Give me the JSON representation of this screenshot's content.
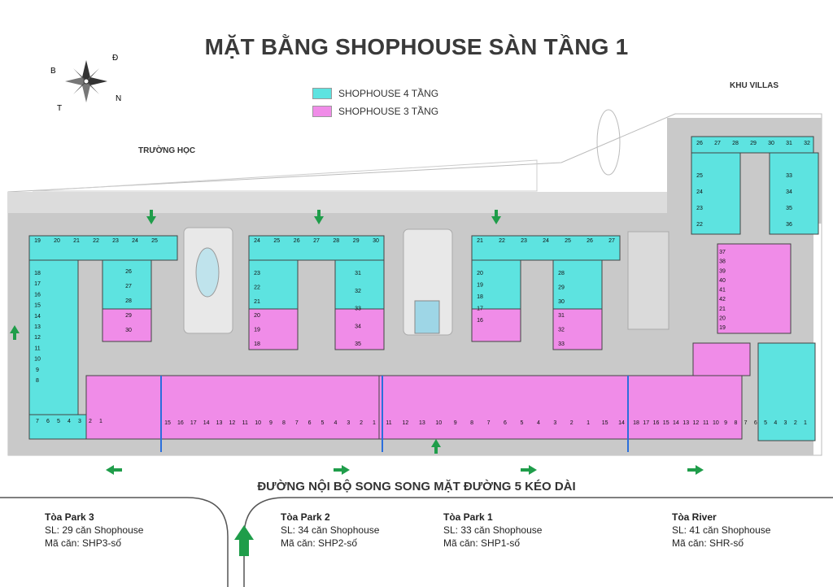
{
  "title": "MẶT BẰNG SHOPHOUSE SÀN TẦNG 1",
  "compass": {
    "letters": [
      "B",
      "Đ",
      "T",
      "N"
    ]
  },
  "legend": [
    {
      "label": "SHOPHOUSE 4 TẦNG",
      "color": "#5de3e0"
    },
    {
      "label": "SHOPHOUSE 3 TẦNG",
      "color": "#f08ce8"
    }
  ],
  "labels": {
    "school": "TRƯỜNG HỌC",
    "villas": "KHU VILLAS"
  },
  "road_label": "ĐƯỜNG NỘI BỘ SONG SONG MẶT ĐƯỜNG 5 KÉO DÀI",
  "buildings": [
    {
      "name": "Tòa Park 3",
      "count": "SL: 29 căn Shophouse",
      "code": "Mã căn: SHP3-số"
    },
    {
      "name": "Tòa Park 2",
      "count": "SL: 34 căn Shophouse",
      "code": "Mã căn: SHP2-số"
    },
    {
      "name": "Tòa Park 1",
      "count": "SL:  33 căn Shophouse",
      "code": "Mã căn: SHP1-số"
    },
    {
      "name": "Tòa River",
      "count": "SL: 41 căn Shophouse",
      "code": "Mã căn: SHR-số"
    }
  ],
  "unit_numbers": {
    "park3_top": [
      "19",
      "20",
      "21",
      "22",
      "23",
      "24",
      "25"
    ],
    "park3_left": [
      "18",
      "17",
      "16",
      "15",
      "14",
      "13",
      "12",
      "11",
      "10",
      "9",
      "8"
    ],
    "park3_bottom": [
      "7",
      "6",
      "5",
      "4",
      "3",
      "2",
      "1"
    ],
    "park3_right": [
      "26",
      "27",
      "28",
      "29",
      "30"
    ],
    "park2_top": [
      "24",
      "25",
      "26",
      "27",
      "28",
      "29",
      "30"
    ],
    "park2_left": [
      "23",
      "22",
      "21",
      "20",
      "19",
      "18"
    ],
    "park2_right": [
      "31",
      "32",
      "33",
      "34",
      "35"
    ],
    "park2_bottom": [
      "15",
      "16",
      "17",
      "14",
      "13",
      "12",
      "11",
      "10",
      "9",
      "8",
      "7",
      "6",
      "5",
      "4",
      "3",
      "2",
      "1"
    ],
    "park1_top": [
      "21",
      "22",
      "23",
      "24",
      "25",
      "26",
      "27"
    ],
    "park1_left": [
      "20",
      "19",
      "18",
      "17",
      "16"
    ],
    "park1_right": [
      "28",
      "29",
      "30",
      "31",
      "32",
      "33"
    ],
    "park1_bottom": [
      "11",
      "12",
      "13",
      "10",
      "9",
      "8",
      "7",
      "6",
      "5",
      "4",
      "3",
      "2",
      "1",
      "15",
      "14"
    ],
    "river_top": [
      "26",
      "27",
      "28",
      "29",
      "30",
      "31",
      "32"
    ],
    "river_left": [
      "25",
      "24",
      "23",
      "22"
    ],
    "river_right": [
      "33",
      "34",
      "35",
      "36"
    ],
    "river_mid": [
      "37",
      "38",
      "39",
      "40",
      "41",
      "42",
      "21",
      "20",
      "19"
    ],
    "river_bottom": [
      "18",
      "17",
      "16",
      "15",
      "14",
      "13",
      "12",
      "11",
      "10",
      "9",
      "8",
      "7",
      "6",
      "5",
      "4",
      "3",
      "2",
      "1"
    ]
  }
}
